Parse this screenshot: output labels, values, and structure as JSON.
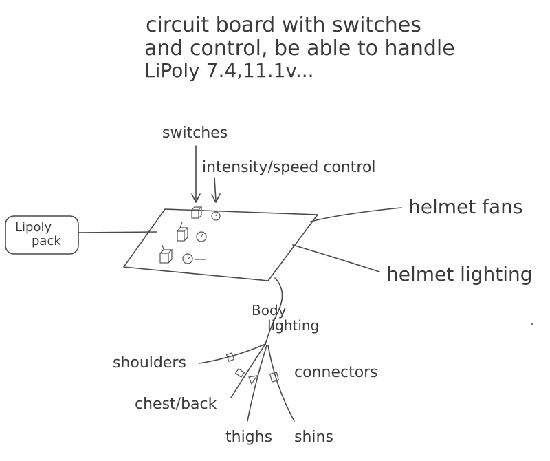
{
  "title": {
    "line1": "circuit board with switches",
    "line2": "and control, be able to handle",
    "line3": "LiPoly 7.4,11.1v..."
  },
  "labels": {
    "switches": "switches",
    "intensity": "intensity/speed control",
    "lipoly_line1": "Lipoly",
    "lipoly_line2": "pack",
    "helmet_fans": "helmet fans",
    "helmet_lighting": "helmet lighting",
    "body_line1": "Body",
    "body_line2": "lighting",
    "shoulders": "shoulders",
    "connectors": "connectors",
    "chest_back": "chest/back",
    "thighs": "thighs",
    "shins": "shins"
  },
  "colors": {
    "ink": "#3a3a3a",
    "paper": "#ffffff"
  }
}
